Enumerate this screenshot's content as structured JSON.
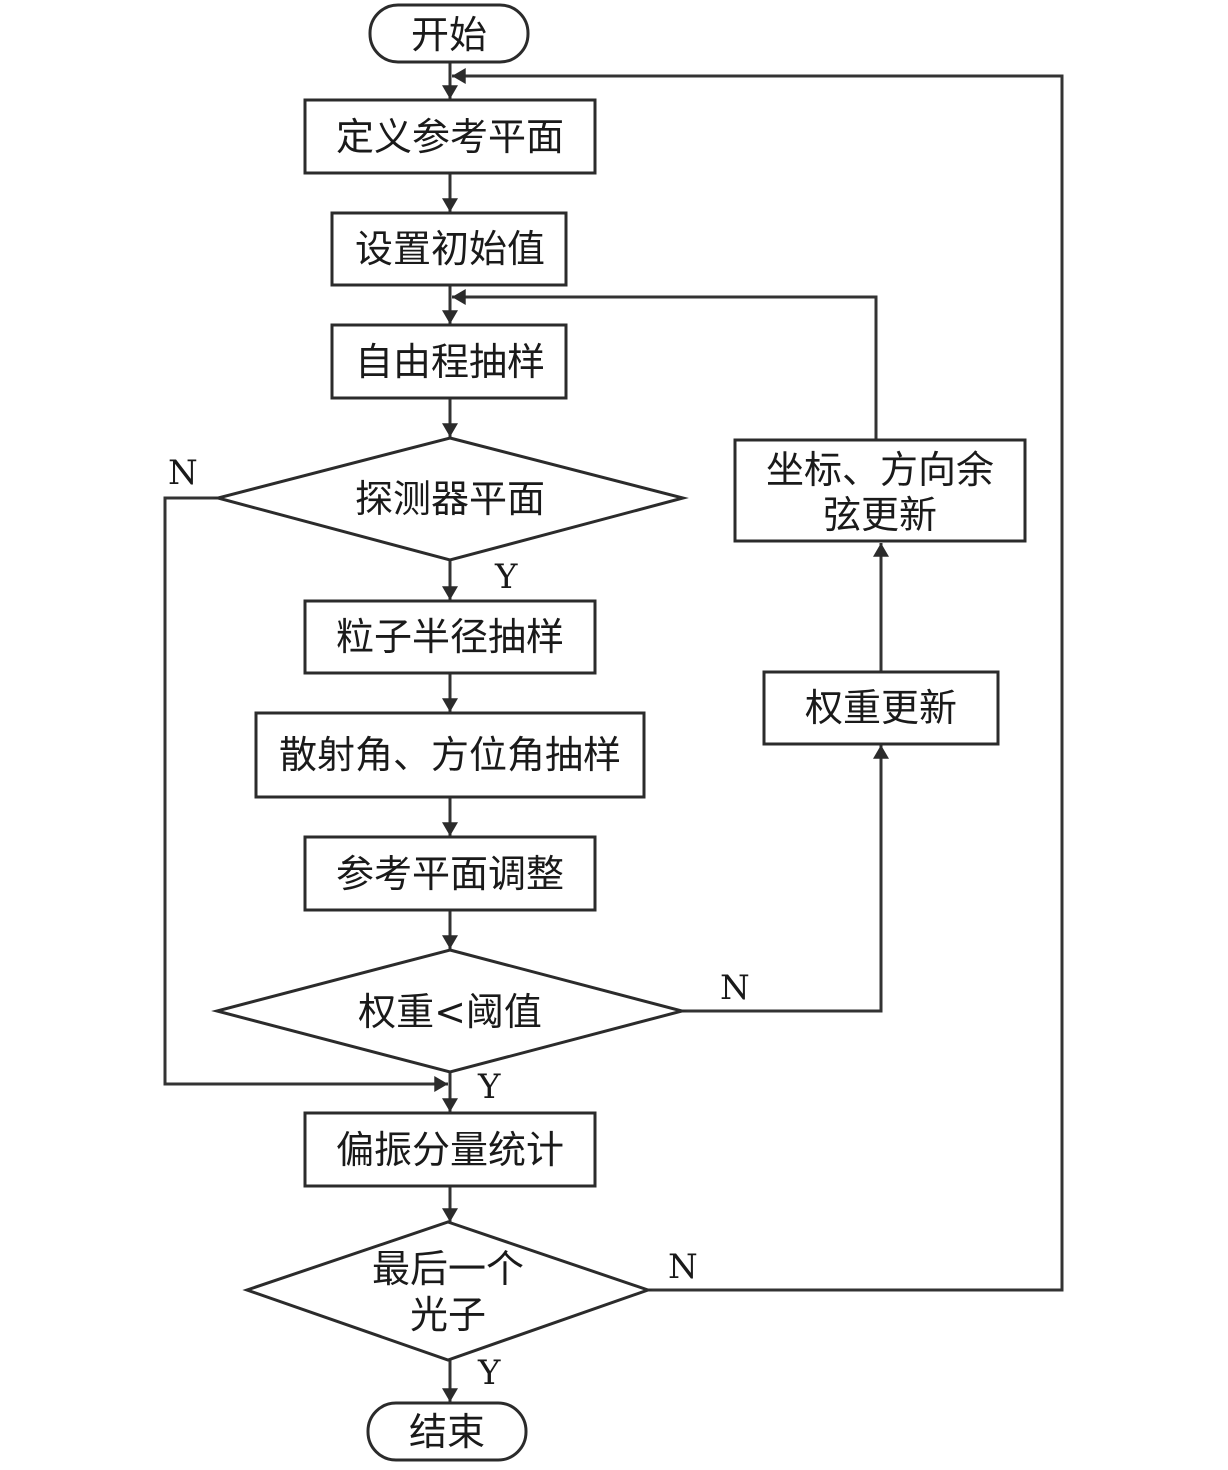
{
  "diagram": {
    "type": "flowchart",
    "nodes": {
      "start": {
        "shape": "terminator",
        "lines": [
          "开始"
        ]
      },
      "define_ref_plane": {
        "shape": "process",
        "lines": [
          "定义参考平面"
        ]
      },
      "set_initial": {
        "shape": "process",
        "lines": [
          "设置初始值"
        ]
      },
      "free_path_sampling": {
        "shape": "process",
        "lines": [
          "自由程抽样"
        ]
      },
      "detector_plane": {
        "shape": "decision",
        "lines": [
          "探测器平面"
        ]
      },
      "particle_radius_sampling": {
        "shape": "process",
        "lines": [
          "粒子半径抽样"
        ]
      },
      "angle_sampling": {
        "shape": "process",
        "lines": [
          "散射角、方位角抽样"
        ]
      },
      "ref_plane_adjust": {
        "shape": "process",
        "lines": [
          "参考平面调整"
        ]
      },
      "weight_threshold": {
        "shape": "decision",
        "lines": [
          "权重<阈值"
        ]
      },
      "polarization_stats": {
        "shape": "process",
        "lines": [
          "偏振分量统计"
        ]
      },
      "last_photon": {
        "shape": "decision",
        "lines": [
          "最后一个",
          "光子"
        ]
      },
      "end": {
        "shape": "terminator",
        "lines": [
          "结束"
        ]
      },
      "weight_update": {
        "shape": "process",
        "lines": [
          "权重更新"
        ]
      },
      "coord_update": {
        "shape": "process",
        "lines": [
          "坐标、方向余",
          "弦更新"
        ]
      }
    },
    "edges": [
      {
        "from": "start",
        "to": "define_ref_plane",
        "label": ""
      },
      {
        "from": "define_ref_plane",
        "to": "set_initial",
        "label": ""
      },
      {
        "from": "set_initial",
        "to": "free_path_sampling",
        "label": ""
      },
      {
        "from": "free_path_sampling",
        "to": "detector_plane",
        "label": ""
      },
      {
        "from": "detector_plane",
        "to": "particle_radius_sampling",
        "label": "Y"
      },
      {
        "from": "detector_plane",
        "to": "polarization_stats",
        "label": "N"
      },
      {
        "from": "particle_radius_sampling",
        "to": "angle_sampling",
        "label": ""
      },
      {
        "from": "angle_sampling",
        "to": "ref_plane_adjust",
        "label": ""
      },
      {
        "from": "ref_plane_adjust",
        "to": "weight_threshold",
        "label": ""
      },
      {
        "from": "weight_threshold",
        "to": "polarization_stats",
        "label": "Y"
      },
      {
        "from": "weight_threshold",
        "to": "weight_update",
        "label": "N"
      },
      {
        "from": "weight_update",
        "to": "coord_update",
        "label": ""
      },
      {
        "from": "coord_update",
        "to": "free_path_sampling",
        "label": ""
      },
      {
        "from": "polarization_stats",
        "to": "last_photon",
        "label": ""
      },
      {
        "from": "last_photon",
        "to": "end",
        "label": "Y"
      },
      {
        "from": "last_photon",
        "to": "define_ref_plane",
        "label": "N"
      }
    ],
    "branch_labels": {
      "detector_no": "N",
      "detector_yes": "Y",
      "weight_no": "N",
      "weight_yes": "Y",
      "last_no": "N",
      "last_yes": "Y"
    }
  }
}
